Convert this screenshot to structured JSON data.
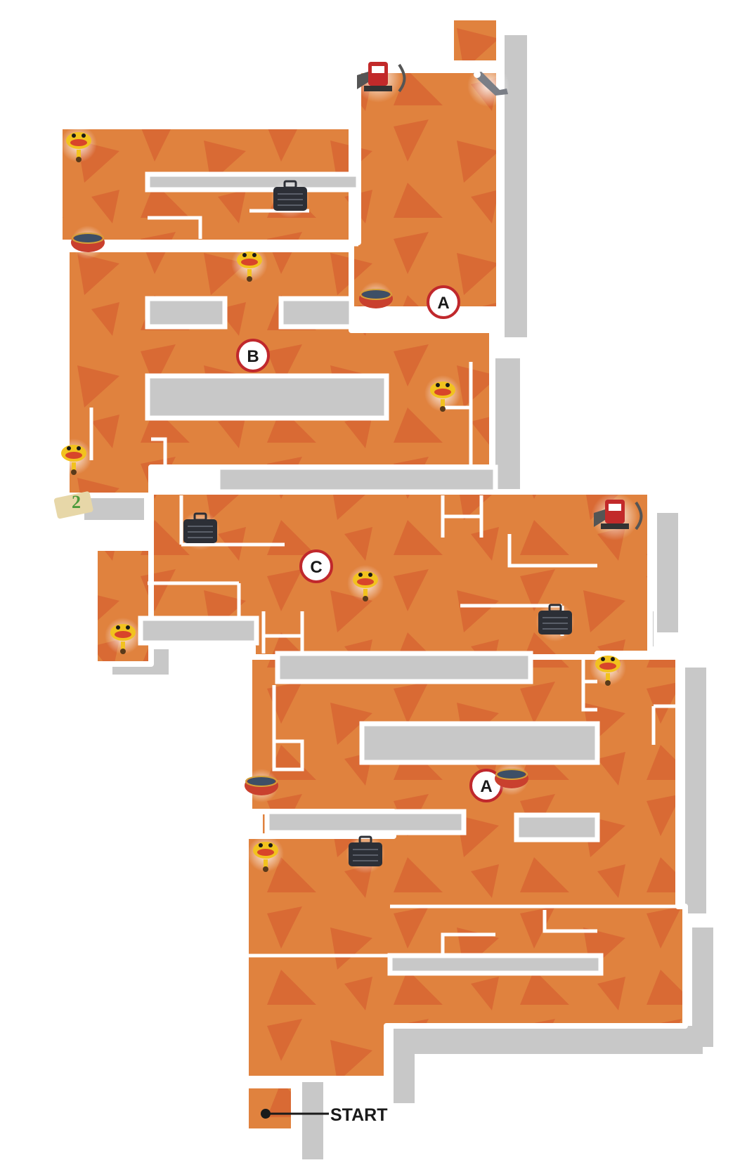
{
  "map": {
    "start_label": "START",
    "markers": [
      {
        "id": "A-upper",
        "letter": "A"
      },
      {
        "id": "B",
        "letter": "B"
      },
      {
        "id": "C",
        "letter": "C"
      },
      {
        "id": "A-lower",
        "letter": "A"
      }
    ],
    "items": {
      "creature": "yellow-creature-icon",
      "bomb": "bomb-icon",
      "suitcase": "suitcase-icon",
      "robot": "robot-icon",
      "tool": "wrench-tool-icon",
      "scroll": "map-scroll-icon"
    },
    "colors": {
      "floor": "#E0823E",
      "floor_pattern": "#D96A34",
      "wall": "#FFFFFF",
      "shadow": "#C8C8C8",
      "marker_ring": "#C0282C",
      "text": "#1A1A1A"
    }
  }
}
